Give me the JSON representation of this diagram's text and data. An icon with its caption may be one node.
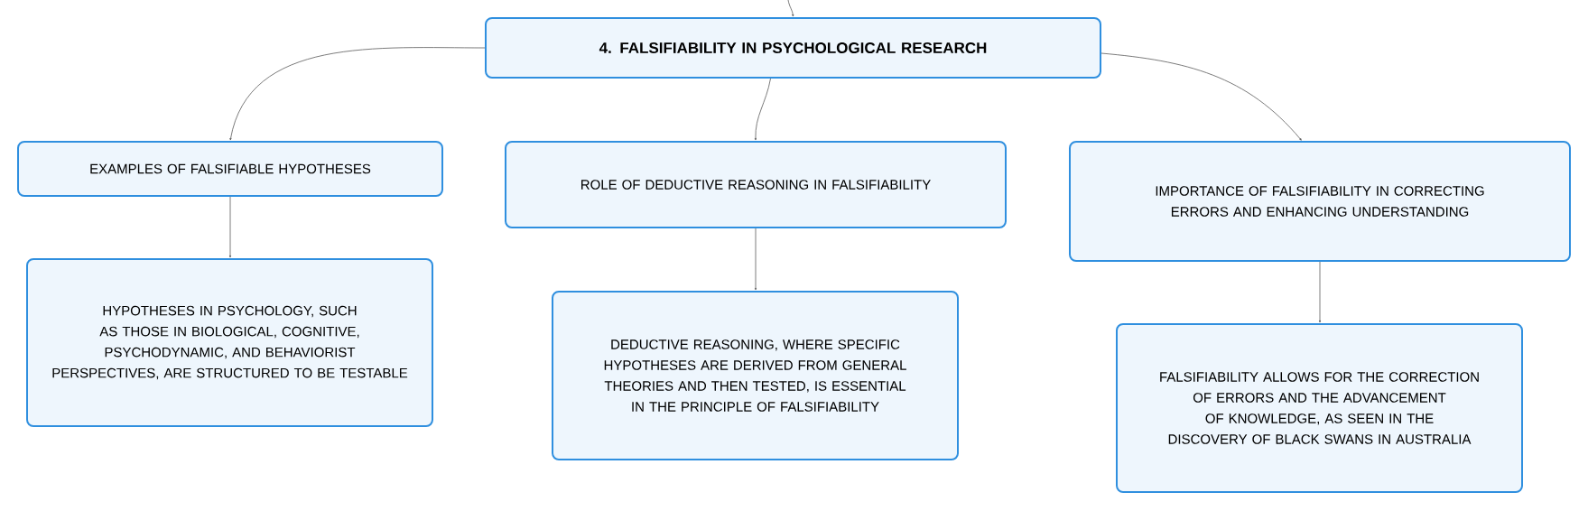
{
  "diagram": {
    "nodes": [
      {
        "text": [
          "4. FALSIFIABILITY IN PSYCHOLOGICAL RESEARCH"
        ]
      },
      {
        "text": [
          "EXAMPLES OF FALSIFIABLE HYPOTHESES"
        ]
      },
      {
        "text": [
          "ROLE OF DEDUCTIVE REASONING IN FALSIFIABILITY"
        ]
      },
      {
        "text": [
          "IMPORTANCE OF FALSIFIABILITY IN CORRECTING ERRORS AND ENHANCING UNDERSTANDING"
        ]
      },
      {
        "text": [
          "HYPOTHESES IN PSYCHOLOGY, SUCH AS THOSE IN BIOLOGICAL, COGNITIVE, PSYCHODYNAMIC, AND BEHAVIORIST PERSPECTIVES, ARE STRUCTURED TO BE TESTABLE"
        ]
      },
      {
        "text": [
          "DEDUCTIVE REASONING, WHERE SPECIFIC HYPOTHESES ARE DERIVED FROM GENERAL THEORIES AND THEN TESTED, IS ESSENTIAL IN THE PRINCIPLE OF FALSIFIABILITY"
        ]
      },
      {
        "text": [
          "FALSIFIABILITY ALLOWS FOR THE CORRECTION OF ERRORS AND THE ADVANCEMENT OF KNOWLEDGE, AS SEEN IN THE DISCOVERY OF BLACK SWANS IN AUSTRALIA"
        ]
      }
    ],
    "edges": [
      {
        "from": null,
        "to": 0,
        "arrow": "to"
      },
      {
        "from": 0,
        "to": 1,
        "arrow": "to"
      },
      {
        "from": 0,
        "to": 2,
        "arrow": "to"
      },
      {
        "from": 0,
        "to": 3,
        "arrow": "to"
      },
      {
        "from": 1,
        "to": 4,
        "arrow": "to"
      },
      {
        "from": 2,
        "to": 5,
        "arrow": "to"
      },
      {
        "from": 3,
        "to": 6,
        "arrow": "to"
      }
    ]
  }
}
